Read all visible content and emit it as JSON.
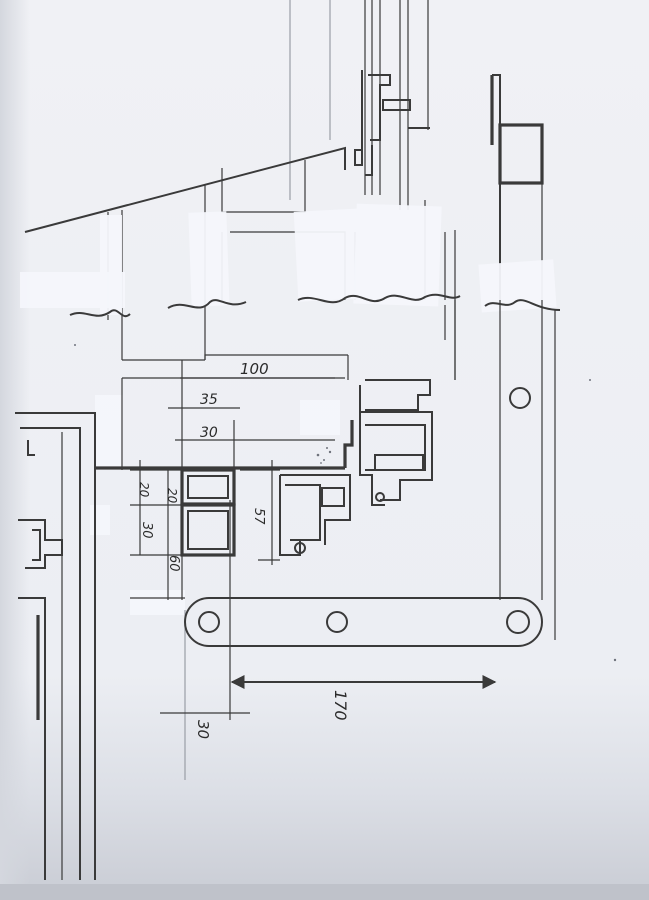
{
  "drawing": {
    "dimensions": {
      "d100": "100",
      "d35": "35",
      "d30_top": "30",
      "d20_a": "20",
      "d20_b": "20",
      "d30_left": "30",
      "d60": "60",
      "d57": "57",
      "d170": "170",
      "d30_bottom": "30"
    }
  }
}
